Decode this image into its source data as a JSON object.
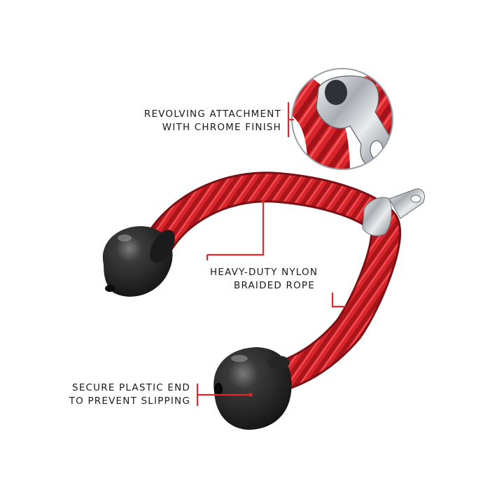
{
  "colors": {
    "accent": "#e0282e",
    "rope": "#d8252b",
    "rope_dark": "#8f1116",
    "rope_light": "#f04a4e",
    "cap": "#2a2a2a",
    "chrome": "#c9ccd0"
  },
  "callouts": {
    "attachment": {
      "line1": "REVOLVING ATTACHMENT",
      "line2": "WITH CHROME FINISH"
    },
    "rope": {
      "line1": "HEAVY-DUTY NYLON",
      "line2": "BRAIDED ROPE"
    },
    "end_cap": {
      "line1": "SECURE PLASTIC END",
      "line2": "TO PREVENT SLIPPING"
    }
  }
}
